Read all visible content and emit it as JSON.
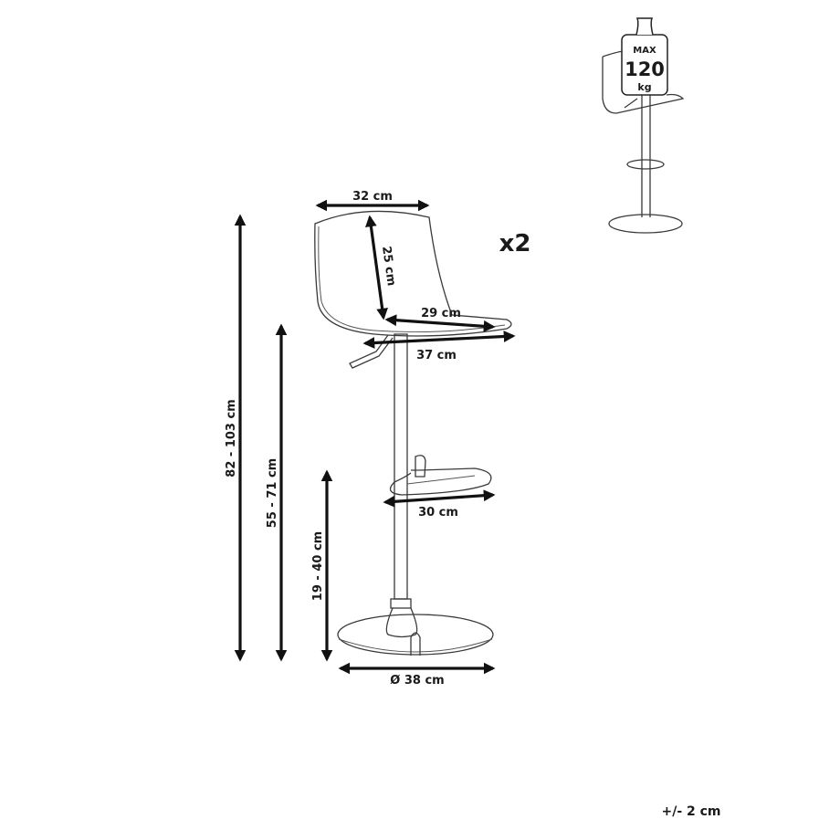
{
  "diagram": {
    "subject": "Bar stool dimension drawing",
    "quantity_label": "x2",
    "tolerance_label": "+/- 2 cm",
    "max_load": {
      "line1": "MAX",
      "line2": "120",
      "line3": "kg"
    },
    "dimensions": {
      "backrest_width": "32 cm",
      "backrest_height": "25 cm",
      "seat_depth": "29 cm",
      "seat_width": "37 cm",
      "footrest_width": "30 cm",
      "base_diameter": "Ø 38 cm",
      "total_height": "82 - 103 cm",
      "seat_height": "55 - 71 cm",
      "footrest_height": "19 - 40 cm"
    }
  }
}
